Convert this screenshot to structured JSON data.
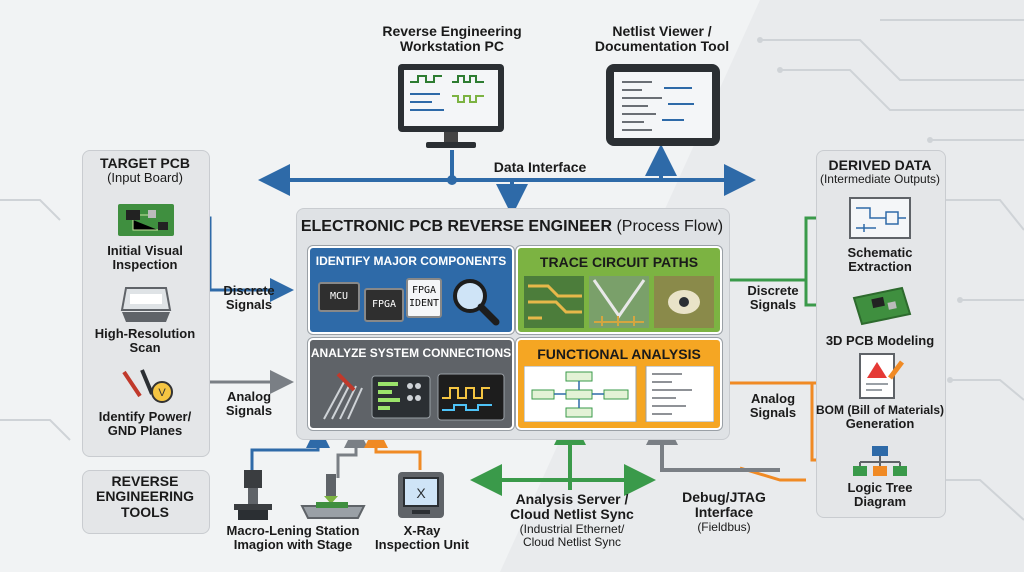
{
  "workstation": {
    "line1": "Reverse Engineering",
    "line2": "Workstation PC"
  },
  "netlist_viewer": {
    "line1": "Netlist Viewer /",
    "line2": "Documentation Tool"
  },
  "data_interface": "Data Interface",
  "target_pcb": {
    "title": "TARGET PCB",
    "subtitle": "(Input Board)",
    "items": [
      {
        "line1": "Initial Visual",
        "line2": "Inspection",
        "icon": "pcb-board-icon"
      },
      {
        "line1": "High-Resolution",
        "line2": "Scan",
        "icon": "flatbed-scanner-icon"
      },
      {
        "line1": "Identify Power/",
        "line2": "GND Planes",
        "icon": "voltmeter-probes-icon"
      }
    ]
  },
  "left_signals": {
    "discrete": {
      "line1": "Discrete",
      "line2": "Signals"
    },
    "analog": {
      "line1": "Analog",
      "line2": "Signals"
    }
  },
  "right_signals": {
    "discrete": {
      "line1": "Discrete",
      "line2": "Signals"
    },
    "analog": {
      "line1": "Analog",
      "line2": "Signals"
    }
  },
  "main": {
    "title": "ELECTRONIC PCB REVERSE ENGINEER",
    "title_sub": "(Process Flow)",
    "cards": {
      "identify": {
        "title": "IDENTIFY MAJOR COMPONENTS",
        "chips": [
          "MCU",
          "FPGA",
          "FPGA IDENT"
        ],
        "color": "#2e6aa8"
      },
      "trace": {
        "title": "TRACE CIRCUIT PATHS",
        "color": "#7cb342"
      },
      "analyze": {
        "title": "ANALYZE SYSTEM CONNECTIONS",
        "color": "#5f6368"
      },
      "functional": {
        "title": "FUNCTIONAL ANALYSIS",
        "color": "#f5a623"
      }
    }
  },
  "derived": {
    "title": "DERIVED DATA",
    "subtitle": "(Intermediate Outputs)",
    "items": [
      {
        "line1": "Schematic",
        "line2": "Extraction",
        "icon": "schematic-icon"
      },
      {
        "line1": "3D PCB Modeling",
        "line2": "",
        "icon": "3d-pcb-icon"
      },
      {
        "line1": "BOM (Bill of Materials)",
        "line2": "Generation",
        "icon": "bom-document-icon"
      },
      {
        "line1": "Logic Tree",
        "line2": "Diagram",
        "icon": "logic-tree-icon"
      }
    ]
  },
  "tools": {
    "line1": "REVERSE",
    "line2": "ENGINEERING",
    "line3": "TOOLS"
  },
  "macro_station": {
    "line1": "Macro-Lening Station",
    "line2": "Imagion with Stage"
  },
  "xray": {
    "line1": "X-Ray",
    "line2": "Inspection Unit"
  },
  "analysis_server": {
    "line1": "Analysis Server /",
    "line2": "Cloud Netlist Sync",
    "line3": "(Industrial Ethernet/",
    "line4": "Cloud Netlist Sync"
  },
  "debug": {
    "line1": "Debug/JTAG",
    "line2": "Interface",
    "line3": "(Fieldbus)"
  },
  "colors": {
    "blue": "#2e6aa8",
    "green": "#3a9a4a",
    "orange": "#f08a24",
    "gray": "#7a7f85"
  }
}
